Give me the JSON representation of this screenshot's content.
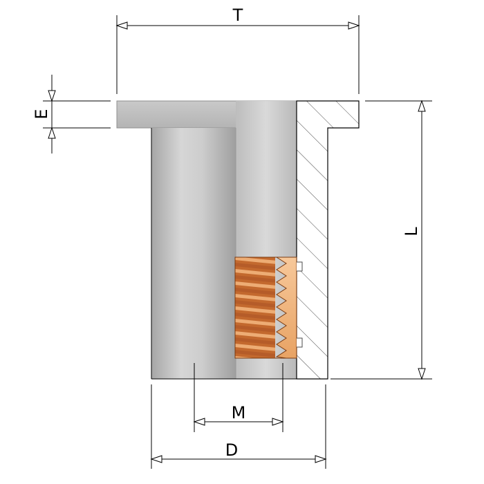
{
  "labels": {
    "top_width": "T",
    "flange_thickness": "E",
    "length": "L",
    "thread_size": "M",
    "outer_diameter": "D"
  },
  "colors": {
    "line": "#000000",
    "body_light": "#d9d9d9",
    "body_mid": "#c8c8c8",
    "body_dark": "#a9a9a9",
    "hatch": "#4a4a4a",
    "thread_light": "#f4b880",
    "thread_dark": "#b35a28",
    "thread_outline": "#7a3a10"
  }
}
